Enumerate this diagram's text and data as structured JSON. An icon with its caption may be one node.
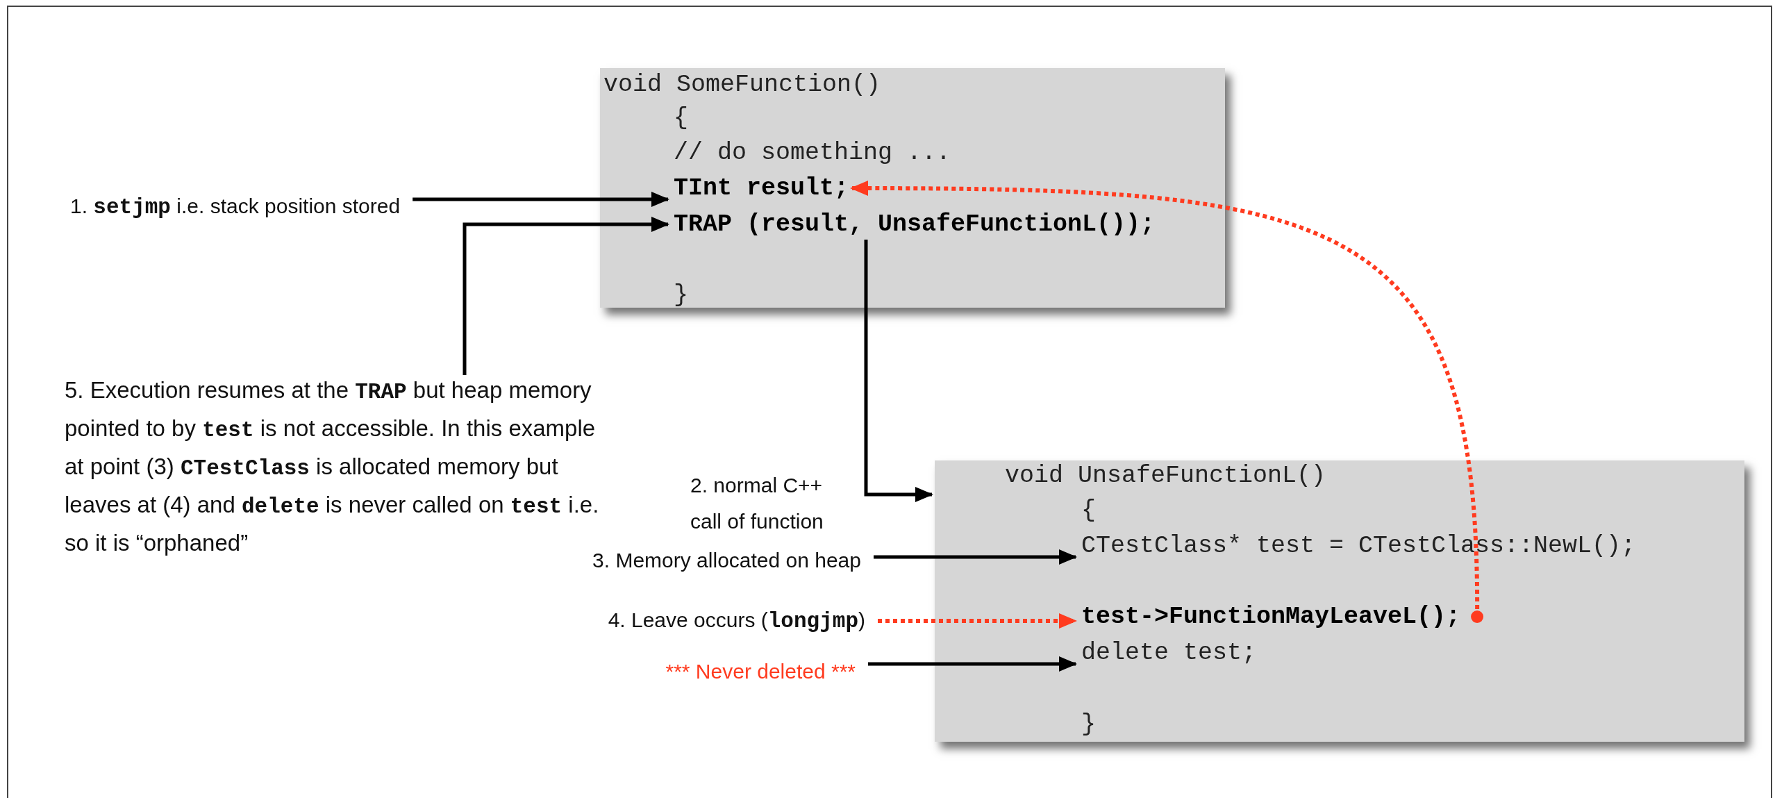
{
  "diagram": {
    "nodes": [
      {
        "text": [
          "void SomeFunction()",
          "{",
          "// do something ...",
          "}"
        ]
      },
      {
        "text": [
          "TInt result;"
        ],
        "in": 0
      },
      {
        "text": [
          "TRAP (result, UnsafeFunctionL());"
        ],
        "in": 0
      },
      {
        "text": [
          "1. **setjmp** i.e. stack position stored"
        ]
      },
      {
        "text": [
          "5. Execution resumes at the **TRAP** but heap memory pointed to by **test** is not accessible. In this example at point (3) **CTestClass** is allocated memory but leaves at (4) and **delete** is never called on **test** i.e. so it is “orphaned”"
        ]
      },
      {
        "text": [
          "void UnsafeFunctionL()",
          "{",
          "}"
        ]
      },
      {
        "text": [
          "CTestClass* test = CTestClass::NewL();"
        ],
        "in": 5
      },
      {
        "text": [
          "test->FunctionMayLeaveL();"
        ],
        "in": 5
      },
      {
        "text": [
          "delete test;"
        ],
        "in": 5
      },
      {
        "text": [
          "3. Memory allocated on heap"
        ]
      },
      {
        "text": [
          "4. Leave occurs (**longjmp**)"
        ]
      },
      {
        "text": [
          "*** Never deleted ***"
        ]
      }
    ],
    "edges": [
      {
        "from": 3,
        "to": 1,
        "arrow": "to"
      },
      {
        "from": 4,
        "to": 2,
        "arrow": "to"
      },
      {
        "from": 2,
        "to": 5,
        "arrow": "to",
        "label": "2. normal C++ call of function"
      },
      {
        "from": 9,
        "to": 6,
        "arrow": "to"
      },
      {
        "from": 10,
        "to": 7,
        "arrow": "to",
        "style": "dashed",
        "color": "#ff3b1f"
      },
      {
        "from": 7,
        "to": 1,
        "arrow": "to",
        "style": "dashed",
        "color": "#ff3b1f"
      },
      {
        "from": 11,
        "to": 8,
        "arrow": "to"
      }
    ]
  }
}
